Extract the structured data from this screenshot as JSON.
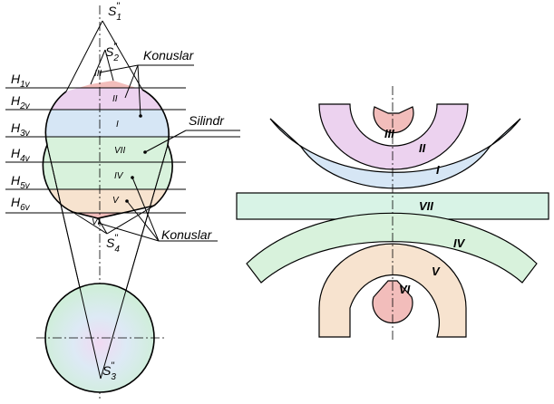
{
  "labels": {
    "s1": "S",
    "s1_sub": "1",
    "s1_prime": "\"",
    "s2": "S",
    "s2_sub": "2",
    "s2_prime": "\"",
    "s3": "S",
    "s3_sub": "3",
    "s3_prime": "\"",
    "s4": "S",
    "s4_sub": "4",
    "s4_prime": "\"",
    "konuslar_top": "Konuslar",
    "silindr": "Silindr",
    "konuslar_bottom": "Konuslar"
  },
  "planes": [
    {
      "main": "H",
      "sub": "1v"
    },
    {
      "main": "H",
      "sub": "2v"
    },
    {
      "main": "H",
      "sub": "3v"
    },
    {
      "main": "H",
      "sub": "4v"
    },
    {
      "main": "H",
      "sub": "5v"
    },
    {
      "main": "H",
      "sub": "6v"
    }
  ],
  "zones": [
    "III",
    "II",
    "I",
    "VII",
    "IV",
    "V",
    "VI"
  ],
  "parts": [
    "III",
    "II",
    "I",
    "VII",
    "IV",
    "V",
    "VI"
  ],
  "colors": {
    "blue": "#d6e6f5",
    "lilac": "#ecd2ef",
    "green": "#d8f2dc",
    "peach": "#f7e3cf",
    "pink": "#f2bdbb",
    "mint": "#d8f3e6"
  }
}
